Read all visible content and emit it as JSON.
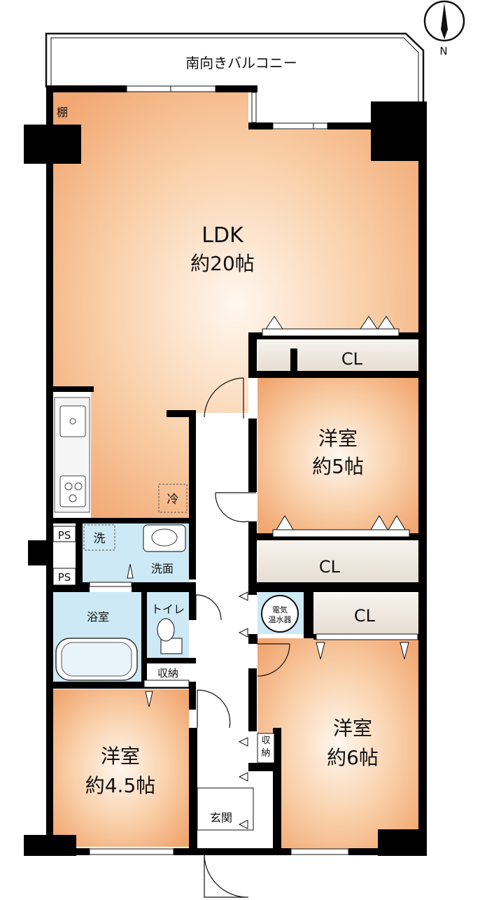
{
  "compass": {
    "north_label": "N"
  },
  "balcony": {
    "label": "南向きバルコニー"
  },
  "rooms": {
    "ldk": {
      "name": "LDK",
      "size": "約20帖"
    },
    "western_5": {
      "name": "洋室",
      "size": "約5帖"
    },
    "western_6": {
      "name": "洋室",
      "size": "約6帖"
    },
    "western_45": {
      "name": "洋室",
      "size": "約4.5帖"
    }
  },
  "closets": {
    "cl1": "CL",
    "cl2": "CL",
    "cl3": "CL"
  },
  "labels": {
    "shelf": "棚",
    "fridge": "冷",
    "washer": "洗",
    "washroom": "洗面",
    "bath": "浴室",
    "toilet": "トイレ",
    "storage_1": "収納",
    "storage_2": "収納",
    "ps_1": "PS",
    "ps_2": "PS",
    "water_heater_1": "電気",
    "water_heater_2": "温水器",
    "entrance": "玄関"
  },
  "colors": {
    "room_center": "#fff6ee",
    "room_edge": "#f2b07e",
    "closet_fill": "#f0ebe3",
    "wet_area_fill": "#cde9f5",
    "wall": "#000000"
  }
}
